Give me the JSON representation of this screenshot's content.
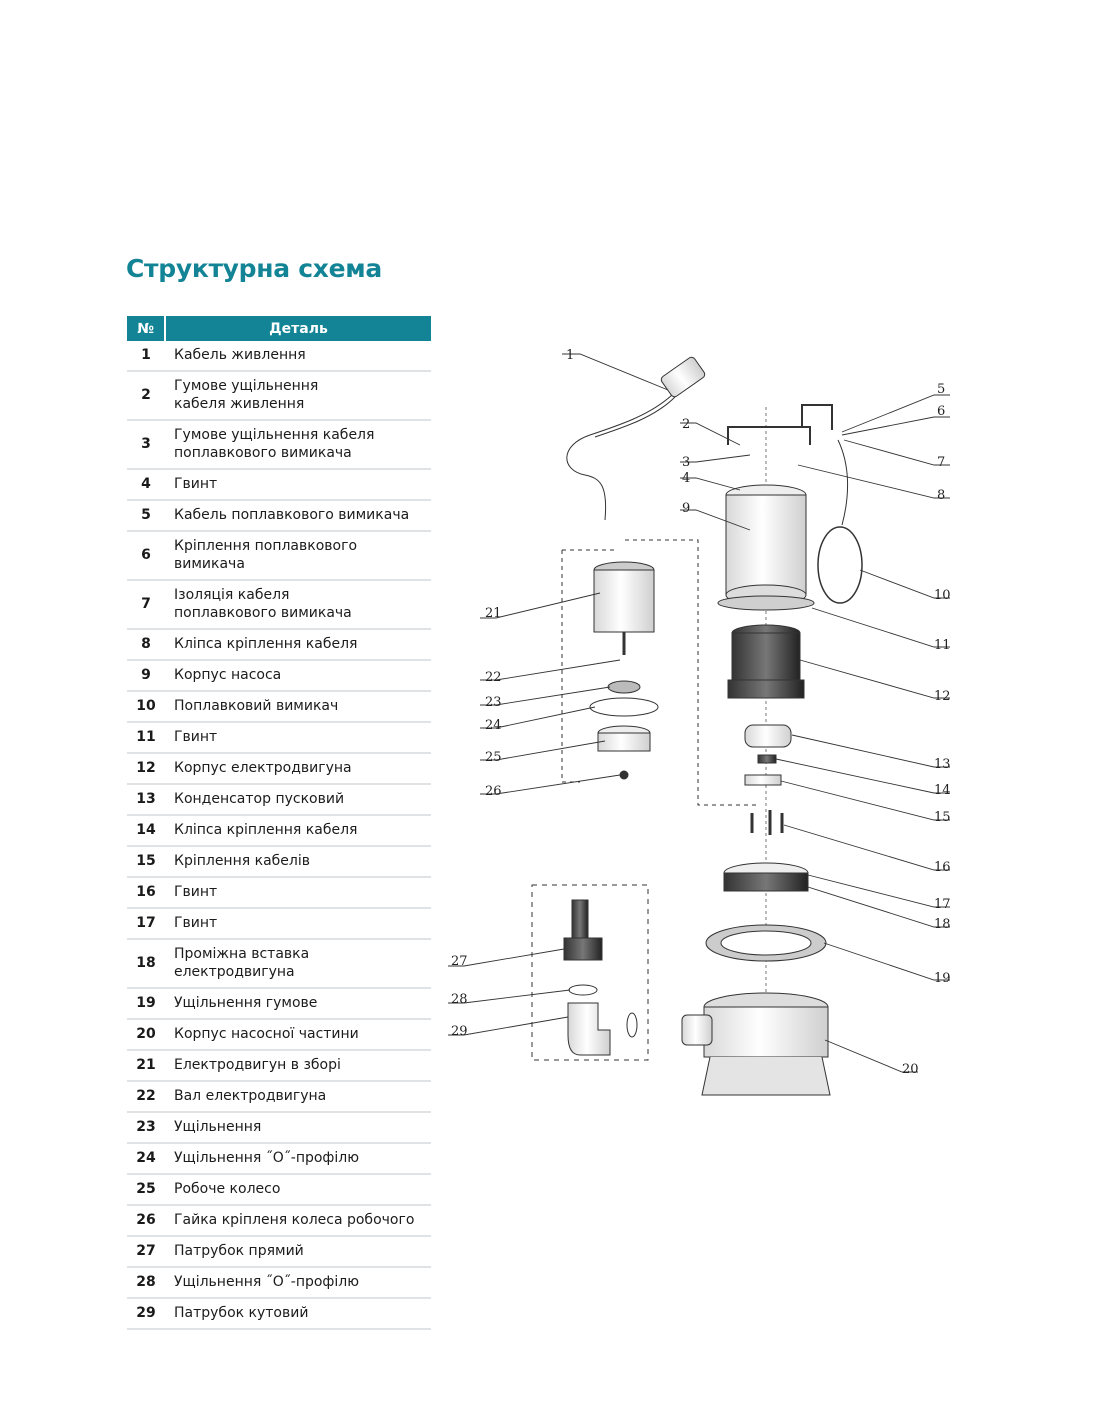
{
  "title": "Структурна схема",
  "table": {
    "header_num": "№",
    "header_part": "Деталь",
    "rows": [
      {
        "num": "1",
        "name": "Кабель живлення"
      },
      {
        "num": "2",
        "name": "Гумове ущільнення\nкабеля живлення"
      },
      {
        "num": "3",
        "name": "Гумове ущільнення кабеля\nпоплавкового вимикача"
      },
      {
        "num": "4",
        "name": "Гвинт"
      },
      {
        "num": "5",
        "name": "Кабель поплавкового вимикача"
      },
      {
        "num": "6",
        "name": "Кріплення поплавкового вимикача"
      },
      {
        "num": "7",
        "name": "Ізоляція кабеля\nпоплавкового вимикача"
      },
      {
        "num": "8",
        "name": "Кліпса кріплення кабеля"
      },
      {
        "num": "9",
        "name": "Корпус насоса"
      },
      {
        "num": "10",
        "name": "Поплавковий вимикач"
      },
      {
        "num": "11",
        "name": "Гвинт"
      },
      {
        "num": "12",
        "name": "Корпус електродвигуна"
      },
      {
        "num": "13",
        "name": "Конденсатор пусковий"
      },
      {
        "num": "14",
        "name": "Кліпса кріплення кабеля"
      },
      {
        "num": "15",
        "name": "Кріплення кабелів"
      },
      {
        "num": "16",
        "name": "Гвинт"
      },
      {
        "num": "17",
        "name": "Гвинт"
      },
      {
        "num": "18",
        "name": "Проміжна вставка електродвигуна"
      },
      {
        "num": "19",
        "name": "Ущільнення гумове"
      },
      {
        "num": "20",
        "name": "Корпус насосної частини"
      },
      {
        "num": "21",
        "name": "Електродвигун в зборі"
      },
      {
        "num": "22",
        "name": "Вал електродвигуна"
      },
      {
        "num": "23",
        "name": "Ущільнення"
      },
      {
        "num": "24",
        "name": "Ущільнення ˝О˝-профілю"
      },
      {
        "num": "25",
        "name": "Робоче колесо"
      },
      {
        "num": "26",
        "name": "Гайка кріпленя колеса робочого"
      },
      {
        "num": "27",
        "name": "Патрубок прямий"
      },
      {
        "num": "28",
        "name": "Ущільнення ˝О˝-профілю"
      },
      {
        "num": "29",
        "name": "Патрубок кутовий"
      }
    ]
  },
  "diagram_labels": [
    "1",
    "2",
    "3",
    "4",
    "5",
    "6",
    "7",
    "8",
    "9",
    "10",
    "11",
    "12",
    "13",
    "14",
    "15",
    "16",
    "17",
    "18",
    "19",
    "20",
    "21",
    "22",
    "23",
    "24",
    "25",
    "26",
    "27",
    "28",
    "29"
  ],
  "colors": {
    "accent": "#138495",
    "row_divider": "#dfe3e6"
  }
}
